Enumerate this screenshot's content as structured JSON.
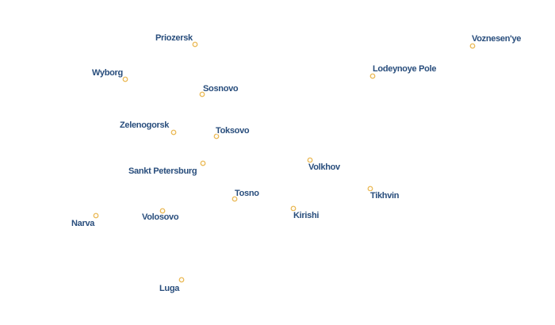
{
  "map": {
    "colors": {
      "label": "#284d7c",
      "label_halo": "#ffffff",
      "marker_stroke": "#e9b64f",
      "marker_fill": "#fffaf0",
      "background": "#ffffff"
    },
    "cities": [
      {
        "name": "Priozersk"
      },
      {
        "name": "Voznesen'ye"
      },
      {
        "name": "Wyborg"
      },
      {
        "name": "Lodeynoye Pole"
      },
      {
        "name": "Sosnovo"
      },
      {
        "name": "Zelenogorsk"
      },
      {
        "name": "Toksovo"
      },
      {
        "name": "Volkhov"
      },
      {
        "name": "Sankt Petersburg"
      },
      {
        "name": "Tosno"
      },
      {
        "name": "Tikhvin"
      },
      {
        "name": "Kirishi"
      },
      {
        "name": "Narva"
      },
      {
        "name": "Volosovo"
      },
      {
        "name": "Luga"
      }
    ]
  }
}
